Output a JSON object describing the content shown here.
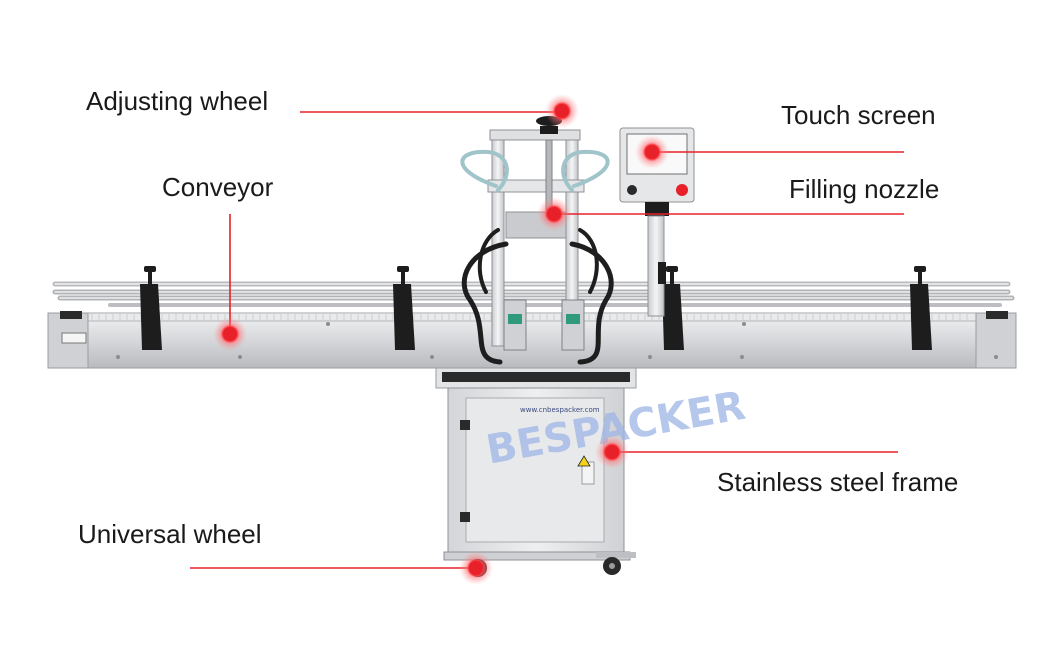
{
  "labels": {
    "adjusting_wheel": "Adjusting wheel",
    "touch_screen": "Touch screen",
    "conveyor": "Conveyor",
    "filling_nozzle": "Filling nozzle",
    "stainless_steel_frame": "Stainless steel frame",
    "universal_wheel": "Universal wheel"
  },
  "watermark": "BESPACKER",
  "cabinet_url": "www.cnbespacker.com",
  "colors": {
    "callout_red": "#e8202a",
    "steel": "#d9dadc",
    "steel_dark": "#a9abae",
    "hose": "#1e1e1e",
    "watermark": "#9db4e6"
  }
}
